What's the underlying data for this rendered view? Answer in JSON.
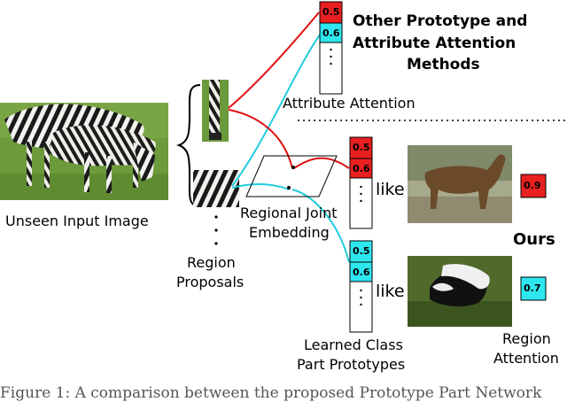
{
  "figure": {
    "input_image_label": "Unseen Input Image",
    "region_proposals_label": [
      "Region",
      "Proposals"
    ],
    "attribute_attention_label": "Attribute Attention",
    "other_methods_label": [
      "Other Prototype and",
      "Attribute Attention",
      "Methods"
    ],
    "joint_embedding_label": [
      "Regional Joint",
      "Embedding"
    ],
    "prototypes_label": [
      "Learned Class",
      "Part Prototypes"
    ],
    "region_attention_label": [
      "Region",
      "Attention"
    ],
    "ours_label": "Ours",
    "like_label": "like",
    "top_vector": [
      "0.5",
      "0.6"
    ],
    "middle_vector": [
      "0.5",
      "0.6"
    ],
    "bottom_vector": [
      "0.5",
      "0.6"
    ],
    "horse_score": "0.9",
    "skunk_score": "0.7",
    "caption": "Figure 1: A comparison between the proposed Prototype Part Network"
  },
  "colors": {
    "red": "#e8201f",
    "cyan": "#2ee6ee",
    "red_line": "#e01010",
    "cyan_line": "#22ccdd"
  },
  "icons": {
    "zebras": "zebra-photo",
    "horse": "horse-photo",
    "skunk": "skunk-photo"
  }
}
